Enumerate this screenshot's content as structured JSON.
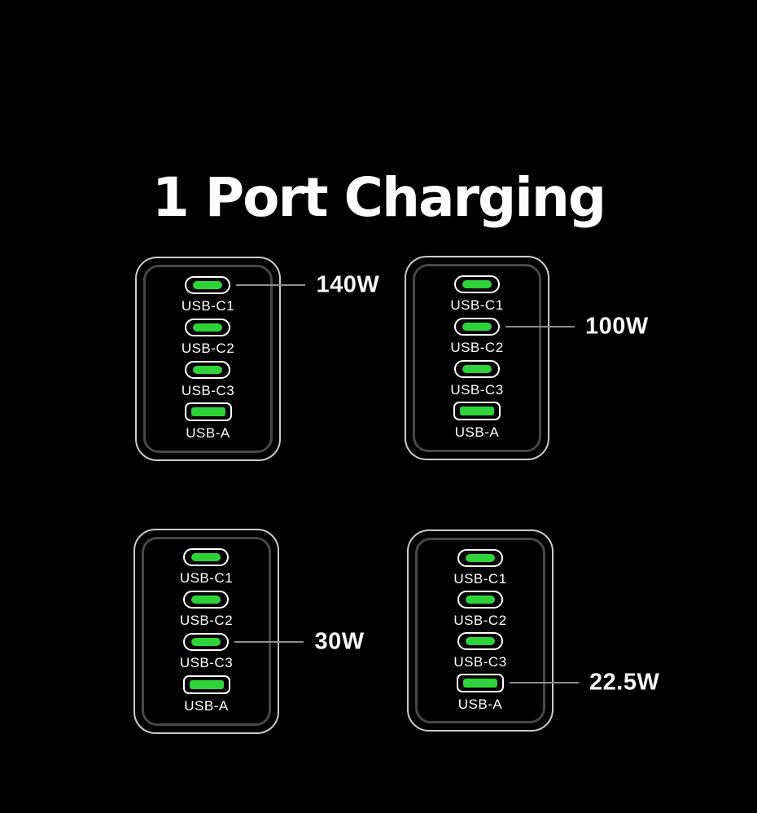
{
  "title": "1 Port Charging",
  "colors": {
    "background": "#000000",
    "port_green": "#2ed33a",
    "port_outline": "#ffffff",
    "charger_outer_border": "#cbcbcb",
    "charger_inner_border": "#484848",
    "callout_line": "#8f8f8f",
    "label_text": "#ffffff",
    "wattage_text": "#f7f7f7",
    "title_text": "#fdfdfd"
  },
  "chargers": [
    {
      "id": "top-left",
      "ports": [
        {
          "label": "USB-C1",
          "type": "usb-c"
        },
        {
          "label": "USB-C2",
          "type": "usb-c"
        },
        {
          "label": "USB-C3",
          "type": "usb-c"
        },
        {
          "label": "USB-A",
          "type": "usb-a"
        }
      ],
      "callout": {
        "port": "USB-C1",
        "wattage": "140W",
        "side": "right"
      }
    },
    {
      "id": "top-right",
      "ports": [
        {
          "label": "USB-C1",
          "type": "usb-c"
        },
        {
          "label": "USB-C2",
          "type": "usb-c"
        },
        {
          "label": "USB-C3",
          "type": "usb-c"
        },
        {
          "label": "USB-A",
          "type": "usb-a"
        }
      ],
      "callout": {
        "port": "USB-C2",
        "wattage": "100W",
        "side": "right"
      }
    },
    {
      "id": "bottom-left",
      "ports": [
        {
          "label": "USB-C1",
          "type": "usb-c"
        },
        {
          "label": "USB-C2",
          "type": "usb-c"
        },
        {
          "label": "USB-C3",
          "type": "usb-c"
        },
        {
          "label": "USB-A",
          "type": "usb-a"
        }
      ],
      "callout": {
        "port": "USB-C3",
        "wattage": "30W",
        "side": "right"
      }
    },
    {
      "id": "bottom-right",
      "ports": [
        {
          "label": "USB-C1",
          "type": "usb-c"
        },
        {
          "label": "USB-C2",
          "type": "usb-c"
        },
        {
          "label": "USB-C3",
          "type": "usb-c"
        },
        {
          "label": "USB-A",
          "type": "usb-a"
        }
      ],
      "callout": {
        "port": "USB-A",
        "wattage": "22.5W",
        "side": "right"
      }
    }
  ]
}
